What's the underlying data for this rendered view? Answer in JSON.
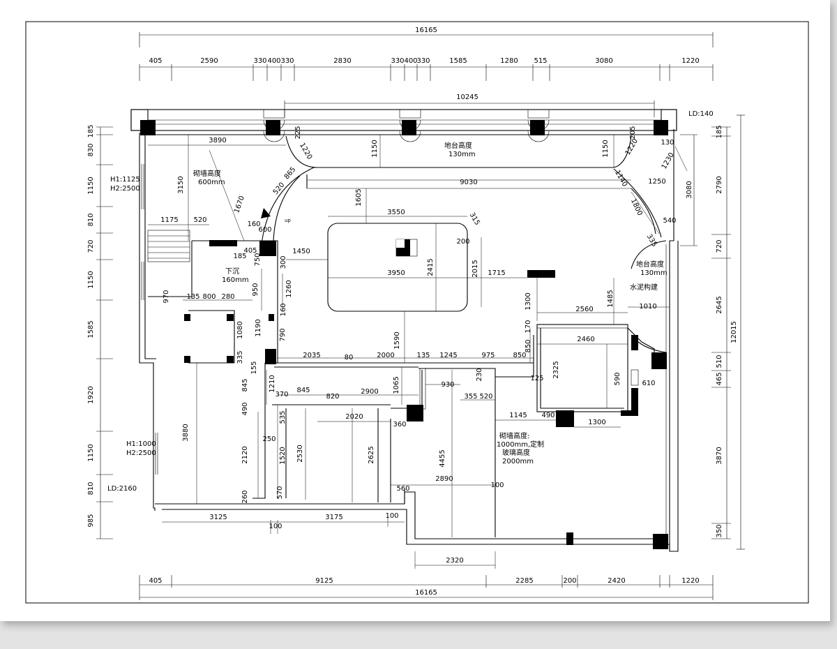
{
  "top_overall": "16165",
  "top_dims": [
    "405",
    "2590",
    "330",
    "400",
    "330",
    "2830",
    "330",
    "400",
    "330",
    "1585",
    "1280",
    "515",
    "3080",
    "1220"
  ],
  "top_inner": "10245",
  "ld_top": "LD:140",
  "bottom_dims": [
    "405",
    "9125",
    "2285",
    "200",
    "2420",
    "1220"
  ],
  "bottom_overall": "16165",
  "left_dims": [
    "185",
    "830",
    "1150",
    "810",
    "720",
    "1150",
    "1585",
    "1920",
    "1150",
    "810",
    "985"
  ],
  "right_dims": [
    "185",
    "2790",
    "720",
    "2645",
    "510",
    "465",
    "3870",
    "350"
  ],
  "right_overall": "12015",
  "right_inner": "3080",
  "left_notes": {
    "h1_upper": "H1:1125",
    "h2_upper": "H2:2500",
    "h1_lower": "H1:1000",
    "h2_lower": "H2:2500",
    "ld_lower": "LD:2160"
  },
  "labels": {
    "wall_height_600_a": "砌墙高度",
    "wall_height_600_b": "600mm",
    "sill_top_a": "地台高度",
    "sill_top_b": "130mm",
    "sunken_a": "下沉",
    "sunken_b": "160mm",
    "sill_right_a": "地台高度",
    "sill_right_b": "130mm",
    "cement": "水泥构建",
    "glass_a": "砌墙高度:",
    "glass_b": "1000mm,定制",
    "glass_c": "玻璃高度",
    "glass_d": "2000mm",
    "up": "up"
  },
  "inner_dims": [
    "3890",
    "225",
    "1220",
    "1150",
    "1150",
    "205",
    "130",
    "1220",
    "1230",
    "3150",
    "865",
    "520",
    "1670",
    "9030",
    "1140",
    "1250",
    "1605",
    "3550",
    "315",
    "200",
    "1800",
    "540",
    "335",
    "1175",
    "520",
    "160",
    "600",
    "185",
    "405",
    "750",
    "1450",
    "300",
    "3950",
    "2415",
    "2015",
    "1715",
    "970",
    "135",
    "800",
    "280",
    "950",
    "1260",
    "160",
    "1300",
    "1485",
    "2560",
    "1010",
    "1080",
    "1190",
    "790",
    "1590",
    "170",
    "2460",
    "850",
    "335",
    "155",
    "2035",
    "80",
    "2000",
    "135",
    "1245",
    "975",
    "850",
    "125",
    "2325",
    "590",
    "610",
    "1210",
    "845",
    "930",
    "230",
    "1065",
    "370",
    "845",
    "820",
    "2900",
    "355",
    "520",
    "490",
    "535",
    "2020",
    "360",
    "1145",
    "490",
    "1300",
    "3880",
    "250",
    "2120",
    "1520",
    "2530",
    "2625",
    "4455",
    "2890",
    "100",
    "260",
    "570",
    "560",
    "3125",
    "100",
    "3175",
    "100",
    "2320"
  ]
}
